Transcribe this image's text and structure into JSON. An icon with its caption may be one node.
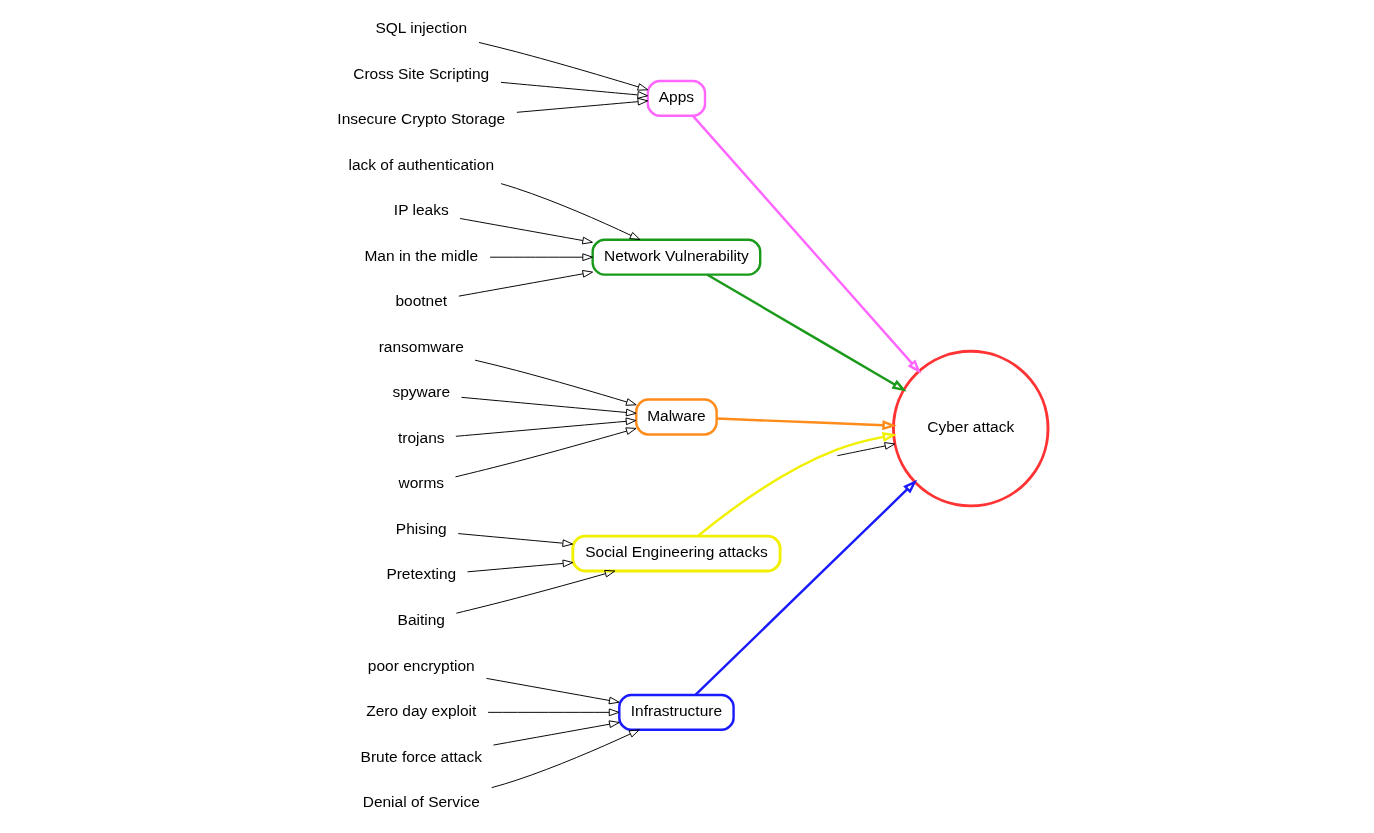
{
  "diagram": {
    "nodes": [
      {
        "text": [
          "Infrastructure"
        ]
      },
      {
        "text": [
          "poor encryption"
        ]
      },
      {
        "text": [
          "Zero day exploit"
        ]
      },
      {
        "text": [
          "Brute force attack"
        ]
      },
      {
        "text": [
          "Denial of Service"
        ]
      },
      {
        "text": [
          "Apps"
        ]
      },
      {
        "text": [
          "SQL injection"
        ]
      },
      {
        "text": [
          "Cross Site Scripting"
        ]
      },
      {
        "text": [
          "Insecure Crypto Storage"
        ]
      },
      {
        "text": [
          "Cyber attack"
        ]
      },
      {
        "text": [
          "lack of authentication"
        ]
      },
      {
        "text": [
          "IP leaks"
        ]
      },
      {
        "text": [
          "Man in the midle"
        ]
      },
      {
        "text": [
          "bootnet"
        ]
      },
      {
        "text": [
          "Network Vulnerability"
        ]
      },
      {
        "text": [
          "ransomware"
        ]
      },
      {
        "text": [
          "spyware"
        ]
      },
      {
        "text": [
          "trojans"
        ]
      },
      {
        "text": [
          "worms"
        ]
      },
      {
        "text": [
          "Malware"
        ]
      },
      {
        "text": [
          "Phising"
        ]
      },
      {
        "text": [
          "Pretexting"
        ]
      },
      {
        "text": [
          "Baiting"
        ]
      },
      {
        "text": [
          "Social Engineering attacks"
        ]
      }
    ],
    "edges": [
      {
        "from": 1,
        "to": 0,
        "arrow": "to"
      },
      {
        "from": 2,
        "to": 0,
        "arrow": "to"
      },
      {
        "from": 3,
        "to": 0,
        "arrow": "to"
      },
      {
        "from": 4,
        "to": 0,
        "arrow": "to"
      },
      {
        "from": 6,
        "to": 5,
        "arrow": "to"
      },
      {
        "from": 7,
        "to": 5,
        "arrow": "to"
      },
      {
        "from": 8,
        "to": 5,
        "arrow": "to"
      },
      {
        "from": 10,
        "to": 14,
        "arrow": "to"
      },
      {
        "from": 11,
        "to": 14,
        "arrow": "to"
      },
      {
        "from": 12,
        "to": 14,
        "arrow": "to"
      },
      {
        "from": 13,
        "to": 14,
        "arrow": "to"
      },
      {
        "from": 15,
        "to": 19,
        "arrow": "to"
      },
      {
        "from": 16,
        "to": 19,
        "arrow": "to"
      },
      {
        "from": 17,
        "to": 19,
        "arrow": "to"
      },
      {
        "from": 18,
        "to": 19,
        "arrow": "to"
      },
      {
        "from": 20,
        "to": 23,
        "arrow": "to"
      },
      {
        "from": 21,
        "to": 23,
        "arrow": "to"
      },
      {
        "from": 22,
        "to": 23,
        "arrow": "to"
      },
      {
        "from": null,
        "to": 9,
        "arrow": "to"
      },
      {
        "from": 0,
        "to": 9,
        "arrow": "to",
        "color": "#1a1aff"
      },
      {
        "from": 5,
        "to": 9,
        "arrow": "to",
        "color": "#ff66ff"
      },
      {
        "from": 14,
        "to": 9,
        "arrow": "to",
        "color": "#1a9a1a"
      },
      {
        "from": 19,
        "to": 9,
        "arrow": "to",
        "color": "#ff8c1a"
      },
      {
        "from": 23,
        "to": 9,
        "arrow": "to",
        "color": "#f0f000"
      }
    ]
  }
}
